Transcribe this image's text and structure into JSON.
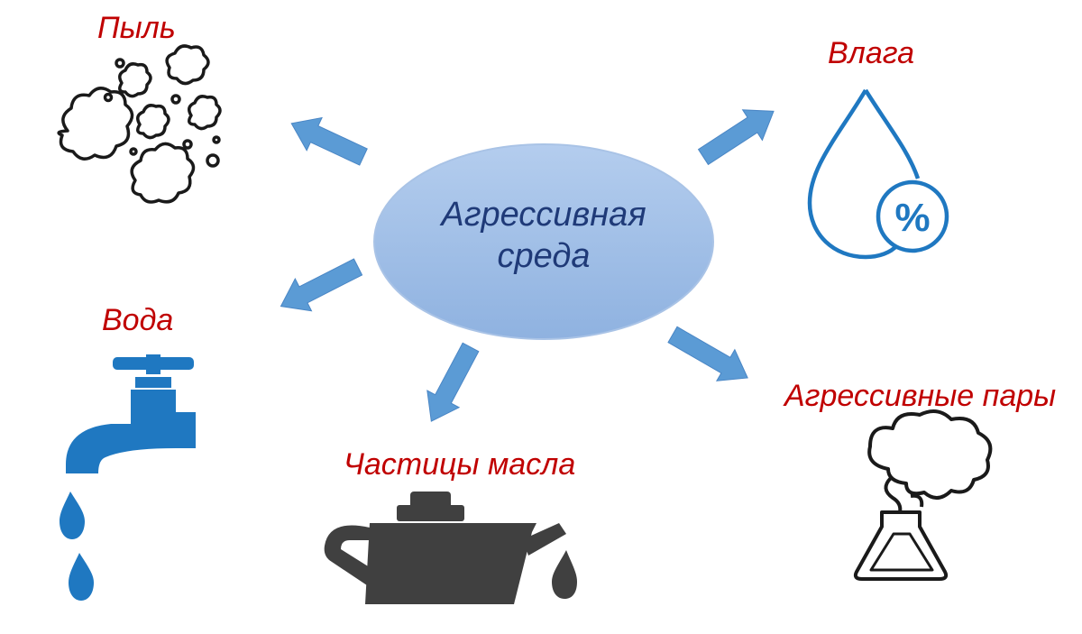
{
  "center": {
    "line1": "Агрессивная",
    "line2": "среда"
  },
  "labels": {
    "dust": "Пыль",
    "moisture": "Влага",
    "water": "Вода",
    "oil": "Частицы масла",
    "vapors": "Агрессивные пары"
  },
  "humidity_symbol": "%",
  "colors": {
    "label": "#c00000",
    "center_fill": "#9dbbe3",
    "arrow": "#5b9bd5",
    "water_icon": "#1f78c1",
    "oil_icon": "#404040",
    "center_text": "#1f3a78"
  },
  "icons": [
    "dust-clouds-icon",
    "water-drop-percent-icon",
    "water-tap-icon",
    "oil-can-icon",
    "flask-vapor-icon"
  ]
}
